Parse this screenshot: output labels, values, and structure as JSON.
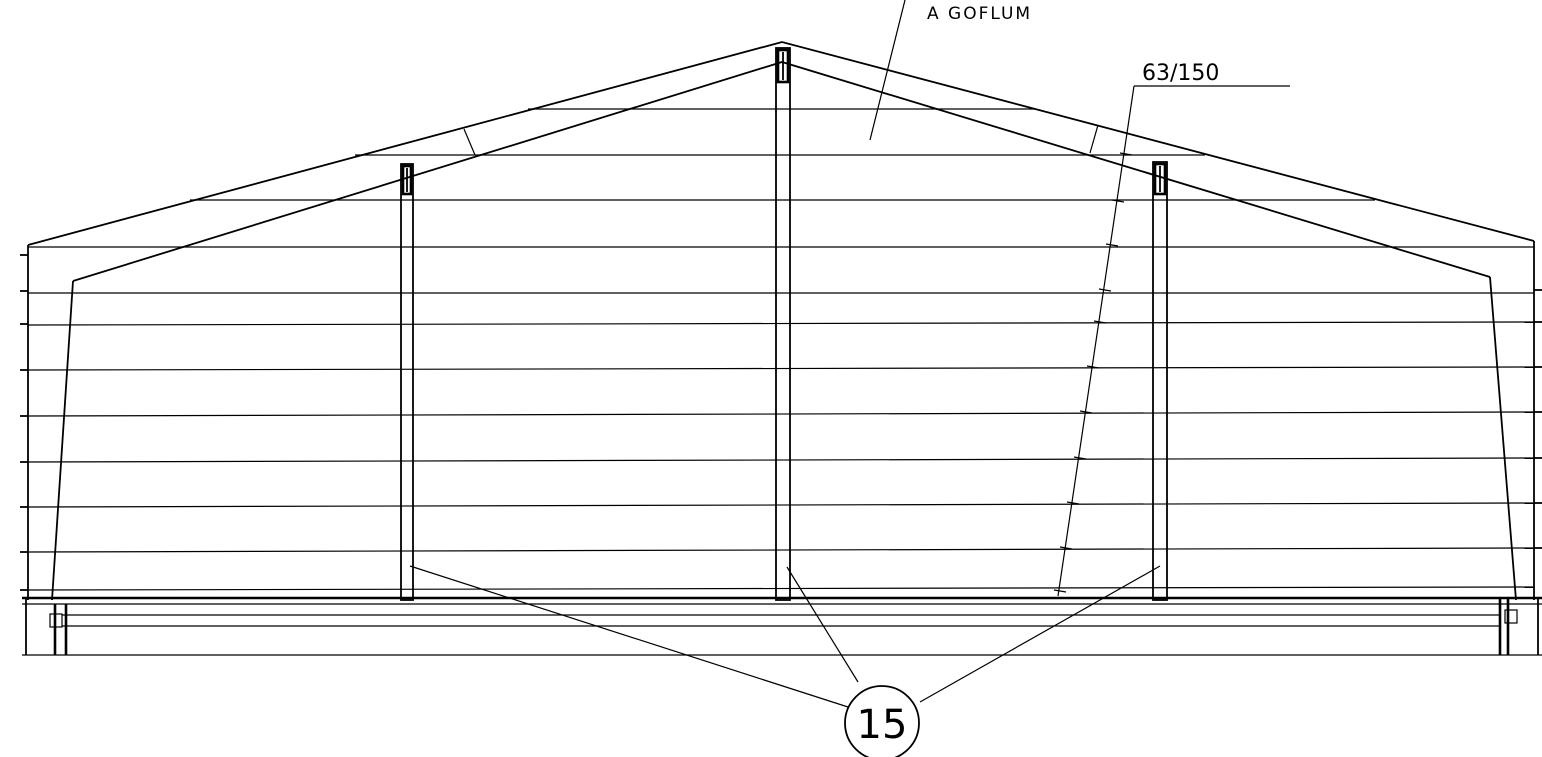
{
  "labels": {
    "cladding": "A GOFLUM",
    "bracing": "63/150",
    "column_callout": "15"
  },
  "colors": {
    "line": "#000000",
    "background": "#ffffff"
  }
}
